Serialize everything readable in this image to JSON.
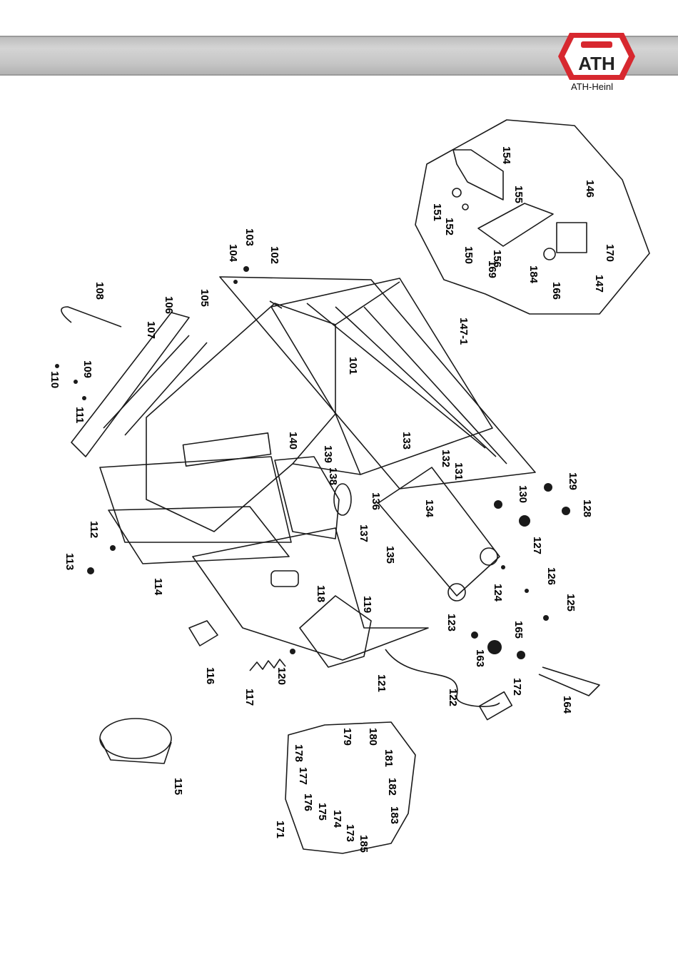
{
  "brand": {
    "logo_text": "ATH",
    "caption": "ATH-Heinl",
    "logo_color": "#d7282f"
  },
  "colors": {
    "header_band": "#c8c8c8",
    "line": "#1a1a1a"
  },
  "part_labels": [
    {
      "id": "101",
      "text": "101"
    },
    {
      "id": "102",
      "text": "102"
    },
    {
      "id": "103",
      "text": "103"
    },
    {
      "id": "104",
      "text": "104"
    },
    {
      "id": "105",
      "text": "105"
    },
    {
      "id": "106",
      "text": "106"
    },
    {
      "id": "107",
      "text": "107"
    },
    {
      "id": "108",
      "text": "108"
    },
    {
      "id": "109",
      "text": "109"
    },
    {
      "id": "110",
      "text": "110"
    },
    {
      "id": "111",
      "text": "111"
    },
    {
      "id": "112",
      "text": "112"
    },
    {
      "id": "113",
      "text": "113"
    },
    {
      "id": "114",
      "text": "114"
    },
    {
      "id": "115",
      "text": "115"
    },
    {
      "id": "116",
      "text": "116"
    },
    {
      "id": "117",
      "text": "117"
    },
    {
      "id": "118",
      "text": "118"
    },
    {
      "id": "119",
      "text": "119"
    },
    {
      "id": "120",
      "text": "120"
    },
    {
      "id": "121",
      "text": "121"
    },
    {
      "id": "122",
      "text": "122"
    },
    {
      "id": "123",
      "text": "123"
    },
    {
      "id": "124",
      "text": "124"
    },
    {
      "id": "125",
      "text": "125"
    },
    {
      "id": "126",
      "text": "126"
    },
    {
      "id": "127",
      "text": "127"
    },
    {
      "id": "128",
      "text": "128"
    },
    {
      "id": "129",
      "text": "129"
    },
    {
      "id": "130",
      "text": "130"
    },
    {
      "id": "131",
      "text": "131"
    },
    {
      "id": "132",
      "text": "132"
    },
    {
      "id": "133",
      "text": "133"
    },
    {
      "id": "134",
      "text": "134"
    },
    {
      "id": "135",
      "text": "135"
    },
    {
      "id": "136",
      "text": "136"
    },
    {
      "id": "137",
      "text": "137"
    },
    {
      "id": "138",
      "text": "138"
    },
    {
      "id": "139",
      "text": "139"
    },
    {
      "id": "140",
      "text": "140"
    },
    {
      "id": "146",
      "text": "146"
    },
    {
      "id": "147",
      "text": "147"
    },
    {
      "id": "147-1",
      "text": "147-1"
    },
    {
      "id": "150",
      "text": "150"
    },
    {
      "id": "151",
      "text": "151"
    },
    {
      "id": "152",
      "text": "152"
    },
    {
      "id": "154",
      "text": "154"
    },
    {
      "id": "155",
      "text": "155"
    },
    {
      "id": "156",
      "text": "156"
    },
    {
      "id": "163",
      "text": "163"
    },
    {
      "id": "164",
      "text": "164"
    },
    {
      "id": "165",
      "text": "165"
    },
    {
      "id": "166",
      "text": "166"
    },
    {
      "id": "169",
      "text": "169"
    },
    {
      "id": "170",
      "text": "170"
    },
    {
      "id": "171",
      "text": "171"
    },
    {
      "id": "172",
      "text": "172"
    },
    {
      "id": "173",
      "text": "173"
    },
    {
      "id": "174",
      "text": "174"
    },
    {
      "id": "175",
      "text": "175"
    },
    {
      "id": "176",
      "text": "176"
    },
    {
      "id": "177",
      "text": "177"
    },
    {
      "id": "178",
      "text": "178"
    },
    {
      "id": "179",
      "text": "179"
    },
    {
      "id": "180",
      "text": "180"
    },
    {
      "id": "181",
      "text": "181"
    },
    {
      "id": "182",
      "text": "182"
    },
    {
      "id": "183",
      "text": "183"
    },
    {
      "id": "184",
      "text": "184"
    },
    {
      "id": "185",
      "text": "185"
    }
  ]
}
